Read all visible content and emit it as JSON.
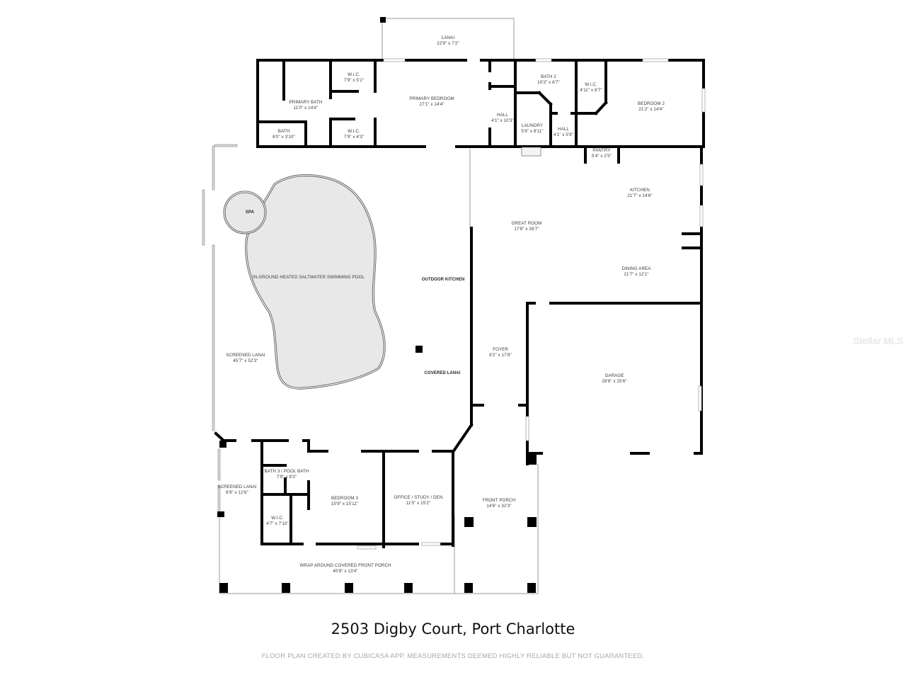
{
  "floor_plan": {
    "title": "2503 Digby Court, Port Charlotte",
    "disclaimer": "FLOOR PLAN CREATED BY CUBICASA APP. MEASUREMENTS DEEMED HIGHLY RELIABLE BUT NOT GUARANTEED.",
    "watermark": "Stellar MLS",
    "colors": {
      "wall": "#000000",
      "pool_fill": "#e8e8e8",
      "window": "#cfcfcf",
      "text": "#3a3a3a",
      "disclaimer": "#a8a8a8"
    },
    "rooms": [
      {
        "name": "LANAI",
        "dims": "22'9\" x 7'2\""
      },
      {
        "name": "W.I.C.",
        "dims": "7'9\" x 5'1\""
      },
      {
        "name": "PRIMARY BATH",
        "dims": "11'0\" x 14'4\""
      },
      {
        "name": "PRIMARY BEDROOM",
        "dims": "27'1\" x 14'4\""
      },
      {
        "name": "BATH",
        "dims": "8'0\" x 3'10\""
      },
      {
        "name": "W.I.C.",
        "dims": "7'9\" x 4'3\""
      },
      {
        "name": "HALL",
        "dims": "4'1\" x 10'3\""
      },
      {
        "name": "BATH 2",
        "dims": "10'2\" x 8'7\""
      },
      {
        "name": "LAUNDRY",
        "dims": "5'9\" x 8'11\""
      },
      {
        "name": "HALL",
        "dims": "4'1\" x 5'9\""
      },
      {
        "name": "W.I.C.",
        "dims": "4'11\" x 8'7\""
      },
      {
        "name": "BEDROOM 2",
        "dims": "21'2\" x 14'4\""
      },
      {
        "name": "PANTRY",
        "dims": "5'4\" x 2'5\""
      },
      {
        "name": "KITCHEN",
        "dims": "21'7\" x 14'6\""
      },
      {
        "name": "GREAT ROOM",
        "dims": "17'8\" x 26'7\""
      },
      {
        "name": "DINING AREA",
        "dims": "21'7\" x 12'1\""
      },
      {
        "name": "SPA",
        "dims": ""
      },
      {
        "name": "IN-GROUND HEATED SALTWATER SWIMMING POOL",
        "dims": ""
      },
      {
        "name": "OUTDOOR KITCHEN",
        "dims": ""
      },
      {
        "name": "SCREENED LANAI",
        "dims": "45'7\" x 52'3\""
      },
      {
        "name": "COVERED LANAI",
        "dims": ""
      },
      {
        "name": "FOYER",
        "dims": "9'2\" x 17'8\""
      },
      {
        "name": "GARAGE",
        "dims": "29'6\" x 25'6\""
      },
      {
        "name": "SCREENED LANAI",
        "dims": "6'9\" x 12'6\""
      },
      {
        "name": "BATH 3 / POOL BATH",
        "dims": "7'9\" x 9'3\""
      },
      {
        "name": "W.I.C.",
        "dims": "4'7\" x 7'10\""
      },
      {
        "name": "BEDROOM 3",
        "dims": "15'9\" x 15'11\""
      },
      {
        "name": "OFFICE / STUDY / DEN",
        "dims": "11'5\" x 15'2\""
      },
      {
        "name": "FRONT PORCH",
        "dims": "14'6\" x 32'3\""
      },
      {
        "name": "WRAP AROUND COVERED FRONT PORCH",
        "dims": "40'8\" x 13'4\""
      }
    ]
  }
}
